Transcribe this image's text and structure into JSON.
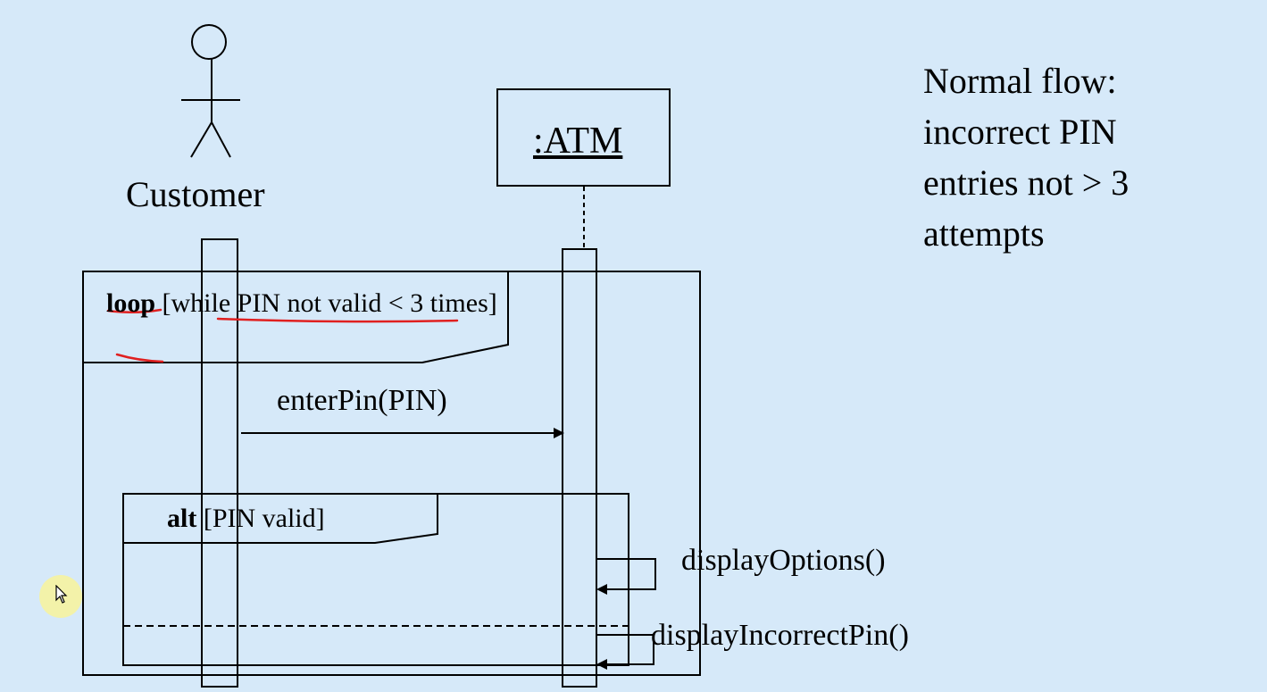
{
  "actor": {
    "label": "Customer"
  },
  "object": {
    "label": ":ATM"
  },
  "note": {
    "lines": [
      "Normal flow:",
      "incorrect PIN",
      "entries not > 3",
      "attempts"
    ]
  },
  "loop_fragment": {
    "operator": "loop",
    "guard": "[while PIN not valid < 3 times]"
  },
  "alt_fragment": {
    "operator": "alt",
    "guard": "[PIN valid]"
  },
  "messages": [
    {
      "label": "enterPin(PIN)"
    },
    {
      "label": "displayOptions()"
    },
    {
      "label": "displayIncorrectPin()"
    }
  ],
  "colors": {
    "background": "#d6e9f9",
    "line": "#000000",
    "annotation": "#e02020",
    "cursor_highlight": "#f6f3a0"
  },
  "icons": [
    "stick-figure-icon",
    "mouse-pointer-icon"
  ]
}
